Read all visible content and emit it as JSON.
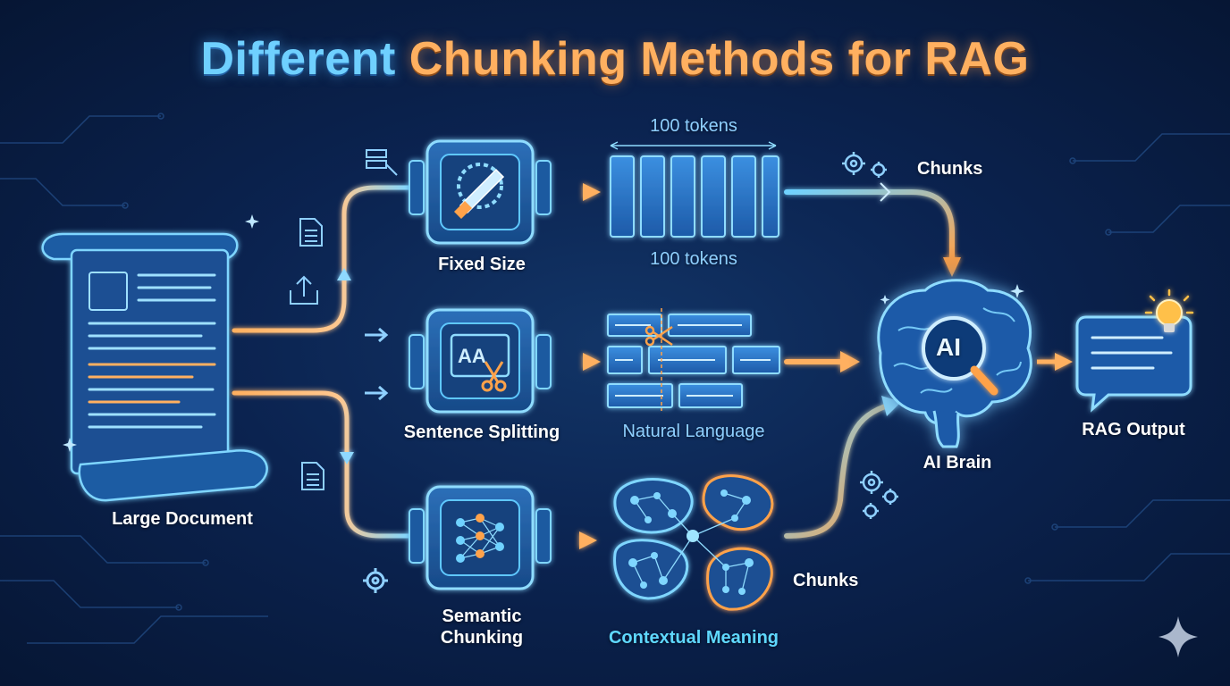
{
  "title": {
    "part1": "Different",
    "part2": "Chunking Methods",
    "part3": "for RAG"
  },
  "source": {
    "label": "Large Document"
  },
  "methods": {
    "fixed": {
      "label": "Fixed Size",
      "tokens_top": "100 tokens",
      "tokens_bottom": "100 tokens"
    },
    "sentence": {
      "label": "Sentence Splitting",
      "result": "Natural Language"
    },
    "semantic": {
      "label_line1": "Semantic",
      "label_line2": "Chunking",
      "result": "Contextual Meaning"
    }
  },
  "outputs": {
    "chunks_top": "Chunks",
    "chunks_bottom": "Chunks"
  },
  "brain": {
    "label": "AI Brain",
    "badge": "AI"
  },
  "result": {
    "label": "RAG Output"
  },
  "colors": {
    "accent_blue": "#5ec8ff",
    "accent_orange": "#ffa24a",
    "bg": "#0b2350"
  }
}
